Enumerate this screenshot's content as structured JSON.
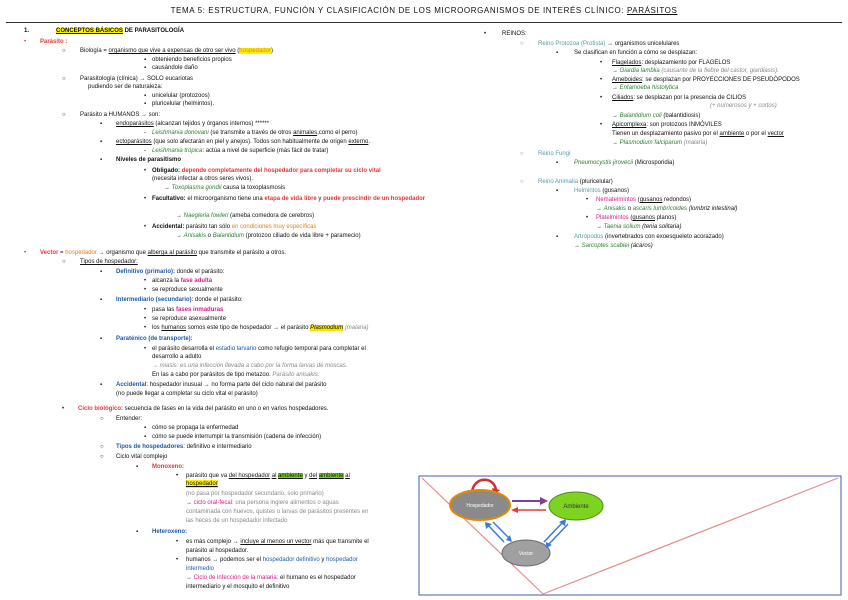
{
  "doc": {
    "title_prefix": "TEMA 5: ESTRUCTURA, FUNCIÓN Y CLASIFICACIÓN DE LOS MICROORGANISMOS DE INTERÉS CLÍNICO: ",
    "title_underlined": "PARÁSITOS"
  },
  "left": {
    "l1_num": "1.",
    "l1": "CONCEPTOS BÁSICOS",
    "l1_rest": " DE PARASITOLOGÍA",
    "parasito": "Parásito :",
    "biologia_a": "Biología = ",
    "biologia_b": "organismo que vive a expensas de otro ser vivo",
    "biologia_c": " (",
    "biologia_d": "hospedador",
    "biologia_e": ")",
    "bio_1": "obteniendo beneficios propios",
    "bio_2": "causándole daño",
    "paraclin_a": "Parasitología (clínica) → SOLO  eucariotas",
    "paraclin_b": "pudiendo ser de naturaleza:",
    "pc_1": "unicelular (protozoos)",
    "pc_2": "pluricelular (helmintos).",
    "phum": "Parásito a HUMANOS → son:",
    "endo_a": "endoparásitos",
    "endo_b": " (alcanzan tejidos y órganos internos) ******",
    "lei_a": "Leishmania donovani",
    "lei_b": " (se transmite a través de otros ",
    "lei_c": "animales",
    "lei_d": ",como el perro)",
    "ecto_a": "ectoparásitos",
    "ecto_b": " (que solo afectarán en piel y anejos). Todos son habitualmente de origen ",
    "ecto_c": "externo",
    "ecto_d": ".",
    "leit_a": "Leishmania trópica",
    "leit_b": ": actúa a nivel de superficie (más fácil de tratar)",
    "niveles": "Niveles de parasitismo",
    "oblig_a": "Obligado: ",
    "oblig_b": "depende completamente del hospedador para completar su ciclo vital",
    "oblig_c": "(necesita infectar a otros seres vivos).",
    "toxo_a": "→ ",
    "toxo_b": "Toxoplasma gondii",
    "toxo_c": " causa la toxoplasmosis",
    "facult_a": "Facultativo: ",
    "facult_b": "el microorganismo tiene una ",
    "facult_c": "etapa de vida libre",
    "facult_d": " y ",
    "facult_e": "puede prescindir de un hospedador",
    "naeg_a": "→ ",
    "naeg_b": "Naegleria fowleri",
    "naeg_c": " (ameba comedora de cerebros)",
    "accid_a": "Accidental: ",
    "accid_b": "parásito tan sólo ",
    "accid_c": "en condiciones muy específicas",
    "anis_a": "→ ",
    "anis_b": "Anisakis",
    "anis_c": " o ",
    "anis_d": "Balantidium",
    "anis_e": " (protozoo ciliado de vida libre + paramecio)",
    "vector_a": "Vector",
    "vector_b": " = ",
    "vector_c": "hospedador",
    "vector_d": " → organismo que ",
    "vector_e": "alberga al parásito",
    "vector_f": " que transmite el parásito a otros.",
    "tipos": "Tipos de hospedador:",
    "def_a": "Definitivo (primario):",
    "def_b": " donde el parásito:",
    "def_1a": "alcanza la ",
    "def_1b": "fase adulta",
    "def_2": "se reproduce sexualmente",
    "inter_a": "Intermediario (secundario)",
    "inter_b": ": donde el parásito:",
    "int_1a": "pasa las ",
    "int_1b": "fases inmaduras",
    "int_2": "se reproduce asexualmente",
    "int_3a": "los ",
    "int_3b": "humanos",
    "int_3c": " somos este tipo de hospedador → el parásito ",
    "int_3d": "Plasmodium",
    "int_3e": " (malaria)",
    "paraten_a": "Paraténico (de transporte):",
    "par_1a": "el parásito desarrolla el ",
    "par_1b": "estadio larvario",
    "par_1c": " como refugio temporal  para completar el",
    "par_1d": "desarrollo a adulto",
    "par_2": "→ miasis: es una infección llevada a cabo por la forma larvas de moscas.",
    "par_3a": "En las a cabo por parásitos de tipo metazoo. ",
    "par_3b": "Parásito anisakis.",
    "acc2_a": "Accidental",
    "acc2_b": ": hospedador inusual → no forma parte del ciclo natural del parásito",
    "acc2_c": "(no puede llegar a completar su ciclo vital el parásito)",
    "ciclo_a": "Ciclo biológico:",
    "ciclo_b": " secuencia de fases en la vida del parásito en uno o en varios hospedadores.",
    "entender": "Entender:",
    "ent_1": "cómo se propaga la enfermedad",
    "ent_2": "cómo se puede interrumpir la transmisión (cadena de infección)",
    "tipos2_a": "Tipos de hospedadores",
    "tipos2_b": ": definitivo e intermediario",
    "cvc": "Ciclo vital complejo",
    "mono": "Monoxeno:",
    "mono_1a": "parásito que va ",
    "mono_1b": "del hospedador",
    "mono_1c": " ",
    "mono_1d": "al",
    "mono_1e": " ",
    "mono_1f": "ambiente",
    "mono_1g": " y ",
    "mono_1h": "del",
    "mono_1i": " ",
    "mono_1j": "ambiente",
    "mono_1k": " ",
    "mono_1l": "al",
    "mono_1m": "hospedador",
    "mono_2": "(no pasa por hospedador secundario, solo primario)",
    "mono_3a": "→ ",
    "mono_3b": "ciclo oral-fecal",
    "mono_3c": ": una persona ingiere alimentos o aguas",
    "mono_4": "contaminada con huevos, quistes o larvas de parásitos presentes en",
    "mono_5": "las heces de un hospedador infectado",
    "hetero": "Heteroxeno:",
    "het_1a": "es más complejo → ",
    "het_1b": "incluye al menos un vector",
    "het_1c": " más que transmite el",
    "het_1d": "parásito al hospedador.",
    "het_2a": "humanos → podemos ser el ",
    "het_2b": "hospedador definitivo",
    "het_2c": " y ",
    "het_2d": "hospedador",
    "het_2e": "intermedio",
    "het_3a": "→ ",
    "het_3b": "Ciclo de infección de la malaria:",
    "het_3c": " el humano es el hospedador",
    "het_4": "intermediario y el mosquito el definitivo"
  },
  "right": {
    "reinos": "REINOS:",
    "proto_a": "Reino Protozoa",
    "proto_b": " (Protista)",
    "proto_c": " → organismos unicelulares",
    "proto_d": "Se clasifican en función a cómo se desplazan:",
    "flag_a": "Flagelados",
    "flag_b": ": desplazamiento por FLAGELOS",
    "flag_c": "→ ",
    "flag_d": "Giardia lamblia",
    "flag_e": " (causante de la fiebre del castor, giardiasis).",
    "ameb_a": "Ameboides",
    "ameb_b": ": se desplazan por PROYECCIONES DE PSEUDÓPODOS",
    "ameb_c": "→ ",
    "ameb_d": "Entamoeba histolytica",
    "cil_a": "Ciliados",
    "cil_b": ": se desplazan por la presencia de CILIOS",
    "cil_c": "(+ numerosos y + cortos)",
    "bal_a": "→ ",
    "bal_b": "Balantidium coli",
    "bal_c": " (balantidiosis)",
    "api_a": "Apicomplexa",
    "api_b": ": son protozoos INMÓVILES",
    "api_c": "Tienen un desplazamiento pasivo por el ",
    "api_d": "ambiente",
    "api_e": " o por el ",
    "api_f": "vector",
    "api_g": "→ ",
    "api_h": "Plasmodium falciparum",
    "api_i": " (malaria)",
    "fungi": "Reino Fungi",
    "fungi_a": "Pneumocystis jirovecii",
    "fungi_b": " (Microsporidia)",
    "anim_a": "Reino Animalia",
    "anim_b": " (pluricelular)",
    "helm_a": "Helmintos",
    "helm_b": " (gusanos)",
    "nem_a": "Nematelmintos",
    "nem_b": " (",
    "nem_c": "gusanos",
    "nem_d": " redondos)",
    "nem_e": "→ ",
    "nem_f": "Anisakis",
    "nem_g": " o ",
    "nem_h": "ascaris lumbricoides",
    "nem_i": " (lombriz intestinal)",
    "plat_a": "Platelmintos",
    "plat_b": " (",
    "plat_c": "gusanos",
    "plat_d": " planos)",
    "plat_e": "→ ",
    "plat_f": "Taenia solium",
    "plat_g": " (tenia solitaria)",
    "artro_a": "Artrópodos",
    "artro_b": " (invertebrados con exoesqueleto acorazado)",
    "artro_c": "→ ",
    "artro_d": "Sarcoptes scabiei",
    "artro_e": " (ácaros)"
  },
  "diagram": {
    "hospedador": "Hospedador",
    "ambiente": "Ambiente",
    "vector": "Vector"
  }
}
